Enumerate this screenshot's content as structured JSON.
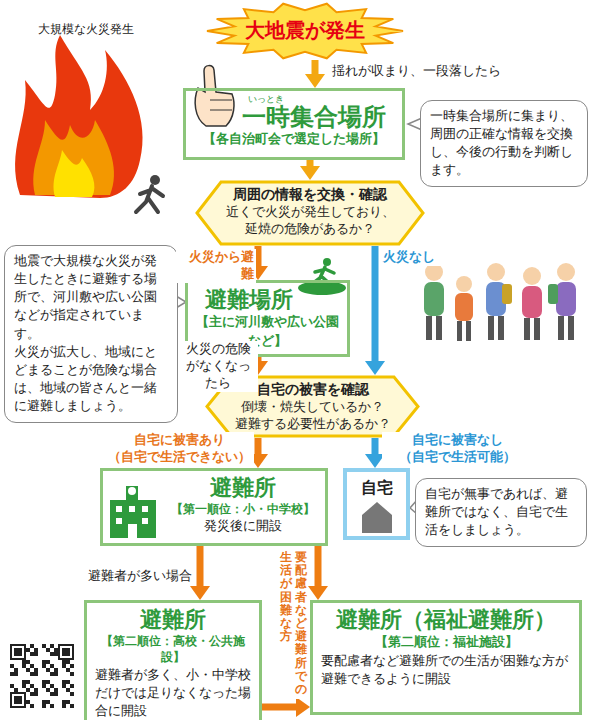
{
  "diagram": {
    "nodes": [
      {
        "text": [
          "大地震が発生"
        ]
      },
      {
        "text": [
          "いっとき",
          "一時集合場所",
          "【各自治町会で選定した場所】"
        ]
      },
      {
        "text": [
          "一時集合場所に集まり、周囲の正確な情報を交換し、今後の行動を判断します。"
        ]
      },
      {
        "text": [
          "周囲の情報を交換・確認",
          "近くで火災が発生しており、延焼の危険があるか？"
        ]
      },
      {
        "text": [
          "避難場所",
          "【主に河川敷や広い公園など】"
        ]
      },
      {
        "text": [
          "地震で大規模な火災が発生したときに避難する場所で、河川敷や広い公園などが指定されています。",
          "火災が拡大し、地域にとどまることが危険な場合は、地域の皆さんと一緒に避難しましょう。"
        ]
      },
      {
        "text": [
          "自宅の被害を確認",
          "倒壊・焼失しているか？ 避難する必要性があるか？"
        ]
      },
      {
        "text": [
          "避難所",
          "【第一順位：小・中学校】",
          "発災後に開設"
        ]
      },
      {
        "text": [
          "自宅"
        ]
      },
      {
        "text": [
          "自宅が無事であれば、避難所ではなく、自宅で生活をしましょう。"
        ]
      },
      {
        "text": [
          "避難所",
          "【第二順位：高校・公共施設】",
          "避難者が多く、小・中学校だけでは足りなくなった場合に開設"
        ]
      },
      {
        "text": [
          "避難所（福祉避難所）",
          "【第二順位：福祉施設】",
          "要配慮者など避難所での生活が困難な方が避難できるように開設"
        ]
      }
    ],
    "edges": [
      {
        "from": 0,
        "to": 1,
        "label": "揺れが収まり、一段落したら",
        "arrow": "to"
      },
      {
        "from": 1,
        "to": 3,
        "arrow": "to"
      },
      {
        "from": 3,
        "to": 4,
        "label": "火災から避難",
        "arrow": "to"
      },
      {
        "from": 3,
        "to": 6,
        "label": "火災なし",
        "arrow": "to"
      },
      {
        "from": 4,
        "to": 6,
        "label": "火災の危険がなくなったら",
        "arrow": "to"
      },
      {
        "from": 6,
        "to": 7,
        "label": "自宅に被害あり （自宅で生活できない）",
        "arrow": "to"
      },
      {
        "from": 6,
        "to": 8,
        "label": "自宅に被害なし （自宅で生活可能）",
        "arrow": "to"
      },
      {
        "from": 7,
        "to": 10,
        "label": "避難者が多い場合",
        "arrow": "to"
      },
      {
        "from": 7,
        "to": 11,
        "label": "要配慮者など避難所での生活が困難な方",
        "arrow": "to"
      },
      {
        "from": 10,
        "to": 11,
        "arrow": "to"
      }
    ],
    "labels": [
      "大規模な火災発生"
    ]
  }
}
